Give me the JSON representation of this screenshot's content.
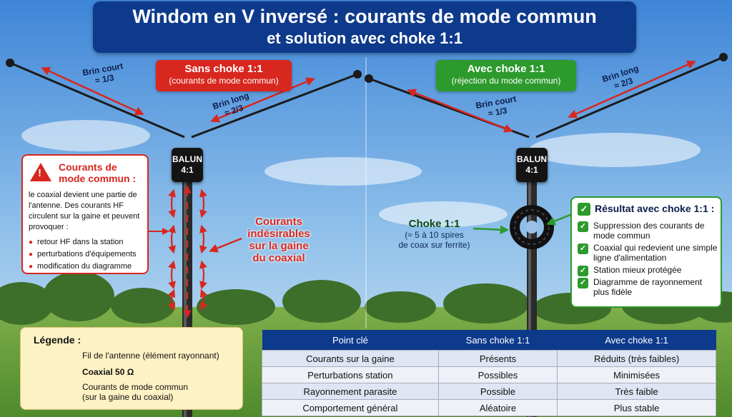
{
  "title": {
    "line1": "Windom en V inversé : courants de mode commun",
    "line2": "et solution avec choke 1:1"
  },
  "left": {
    "tag_title": "Sans choke 1:1",
    "tag_sub": "(courants de mode commun)",
    "short_arm": [
      "Brin court",
      "≈ 1/3"
    ],
    "long_arm": [
      "Brin long",
      "≈ 2/3"
    ],
    "balun": [
      "BALUN",
      "4:1"
    ],
    "undesired": [
      "Courants",
      "indésirables",
      "sur la gaine",
      "du coaxial"
    ]
  },
  "right": {
    "tag_title": "Avec choke 1:1",
    "tag_sub": "(réjection du mode commun)",
    "short_arm": [
      "Brin court",
      "≈ 1/3"
    ],
    "long_arm": [
      "Brin long",
      "≈ 2/3"
    ],
    "balun": [
      "BALUN",
      "4:1"
    ],
    "choke": {
      "title": "Choke 1:1",
      "lines": [
        "(≈ 5 à 10 spires",
        "de coax sur ferrite)"
      ]
    }
  },
  "common_mode": {
    "icon": "warning-icon",
    "title": "Courants de mode commun :",
    "desc": "le coaxial devient une partie de l'antenne. Des courants HF circulent sur la gaine et peuvent provoquer :",
    "items": [
      "retour HF dans la station",
      "perturbations d'équipements",
      "modification du diagramme"
    ]
  },
  "result": {
    "title": "Résultat avec choke 1:1 :",
    "items": [
      "Suppression des courants de mode commun",
      "Coaxial qui redevient une simple ligne d'alimentation",
      "Station mieux protégée",
      "Diagramme de rayonnement plus fidèle"
    ]
  },
  "legend": {
    "title": "Légende :",
    "items": [
      "Fil de l'antenne (élément rayonnant)",
      "Coaxial 50 Ω",
      "Courants de mode commun\n(sur la gaine du coaxial)"
    ]
  },
  "table": {
    "headers": [
      "Point clé",
      "Sans choke 1:1",
      "Avec choke 1:1"
    ],
    "rows": [
      [
        "Courants sur la gaine",
        "Présents",
        "Réduits (très faibles)"
      ],
      [
        "Perturbations station",
        "Possibles",
        "Minimisées"
      ],
      [
        "Rayonnement parasite",
        "Possible",
        "Très faible"
      ],
      [
        "Comportement général",
        "Aléatoire",
        "Plus stable"
      ]
    ]
  },
  "colors": {
    "navy": "#0e3a8c",
    "red": "#d8271f",
    "green": "#2c9a2c",
    "sky": "#5d9be0",
    "grass": "#5f9a3a"
  }
}
